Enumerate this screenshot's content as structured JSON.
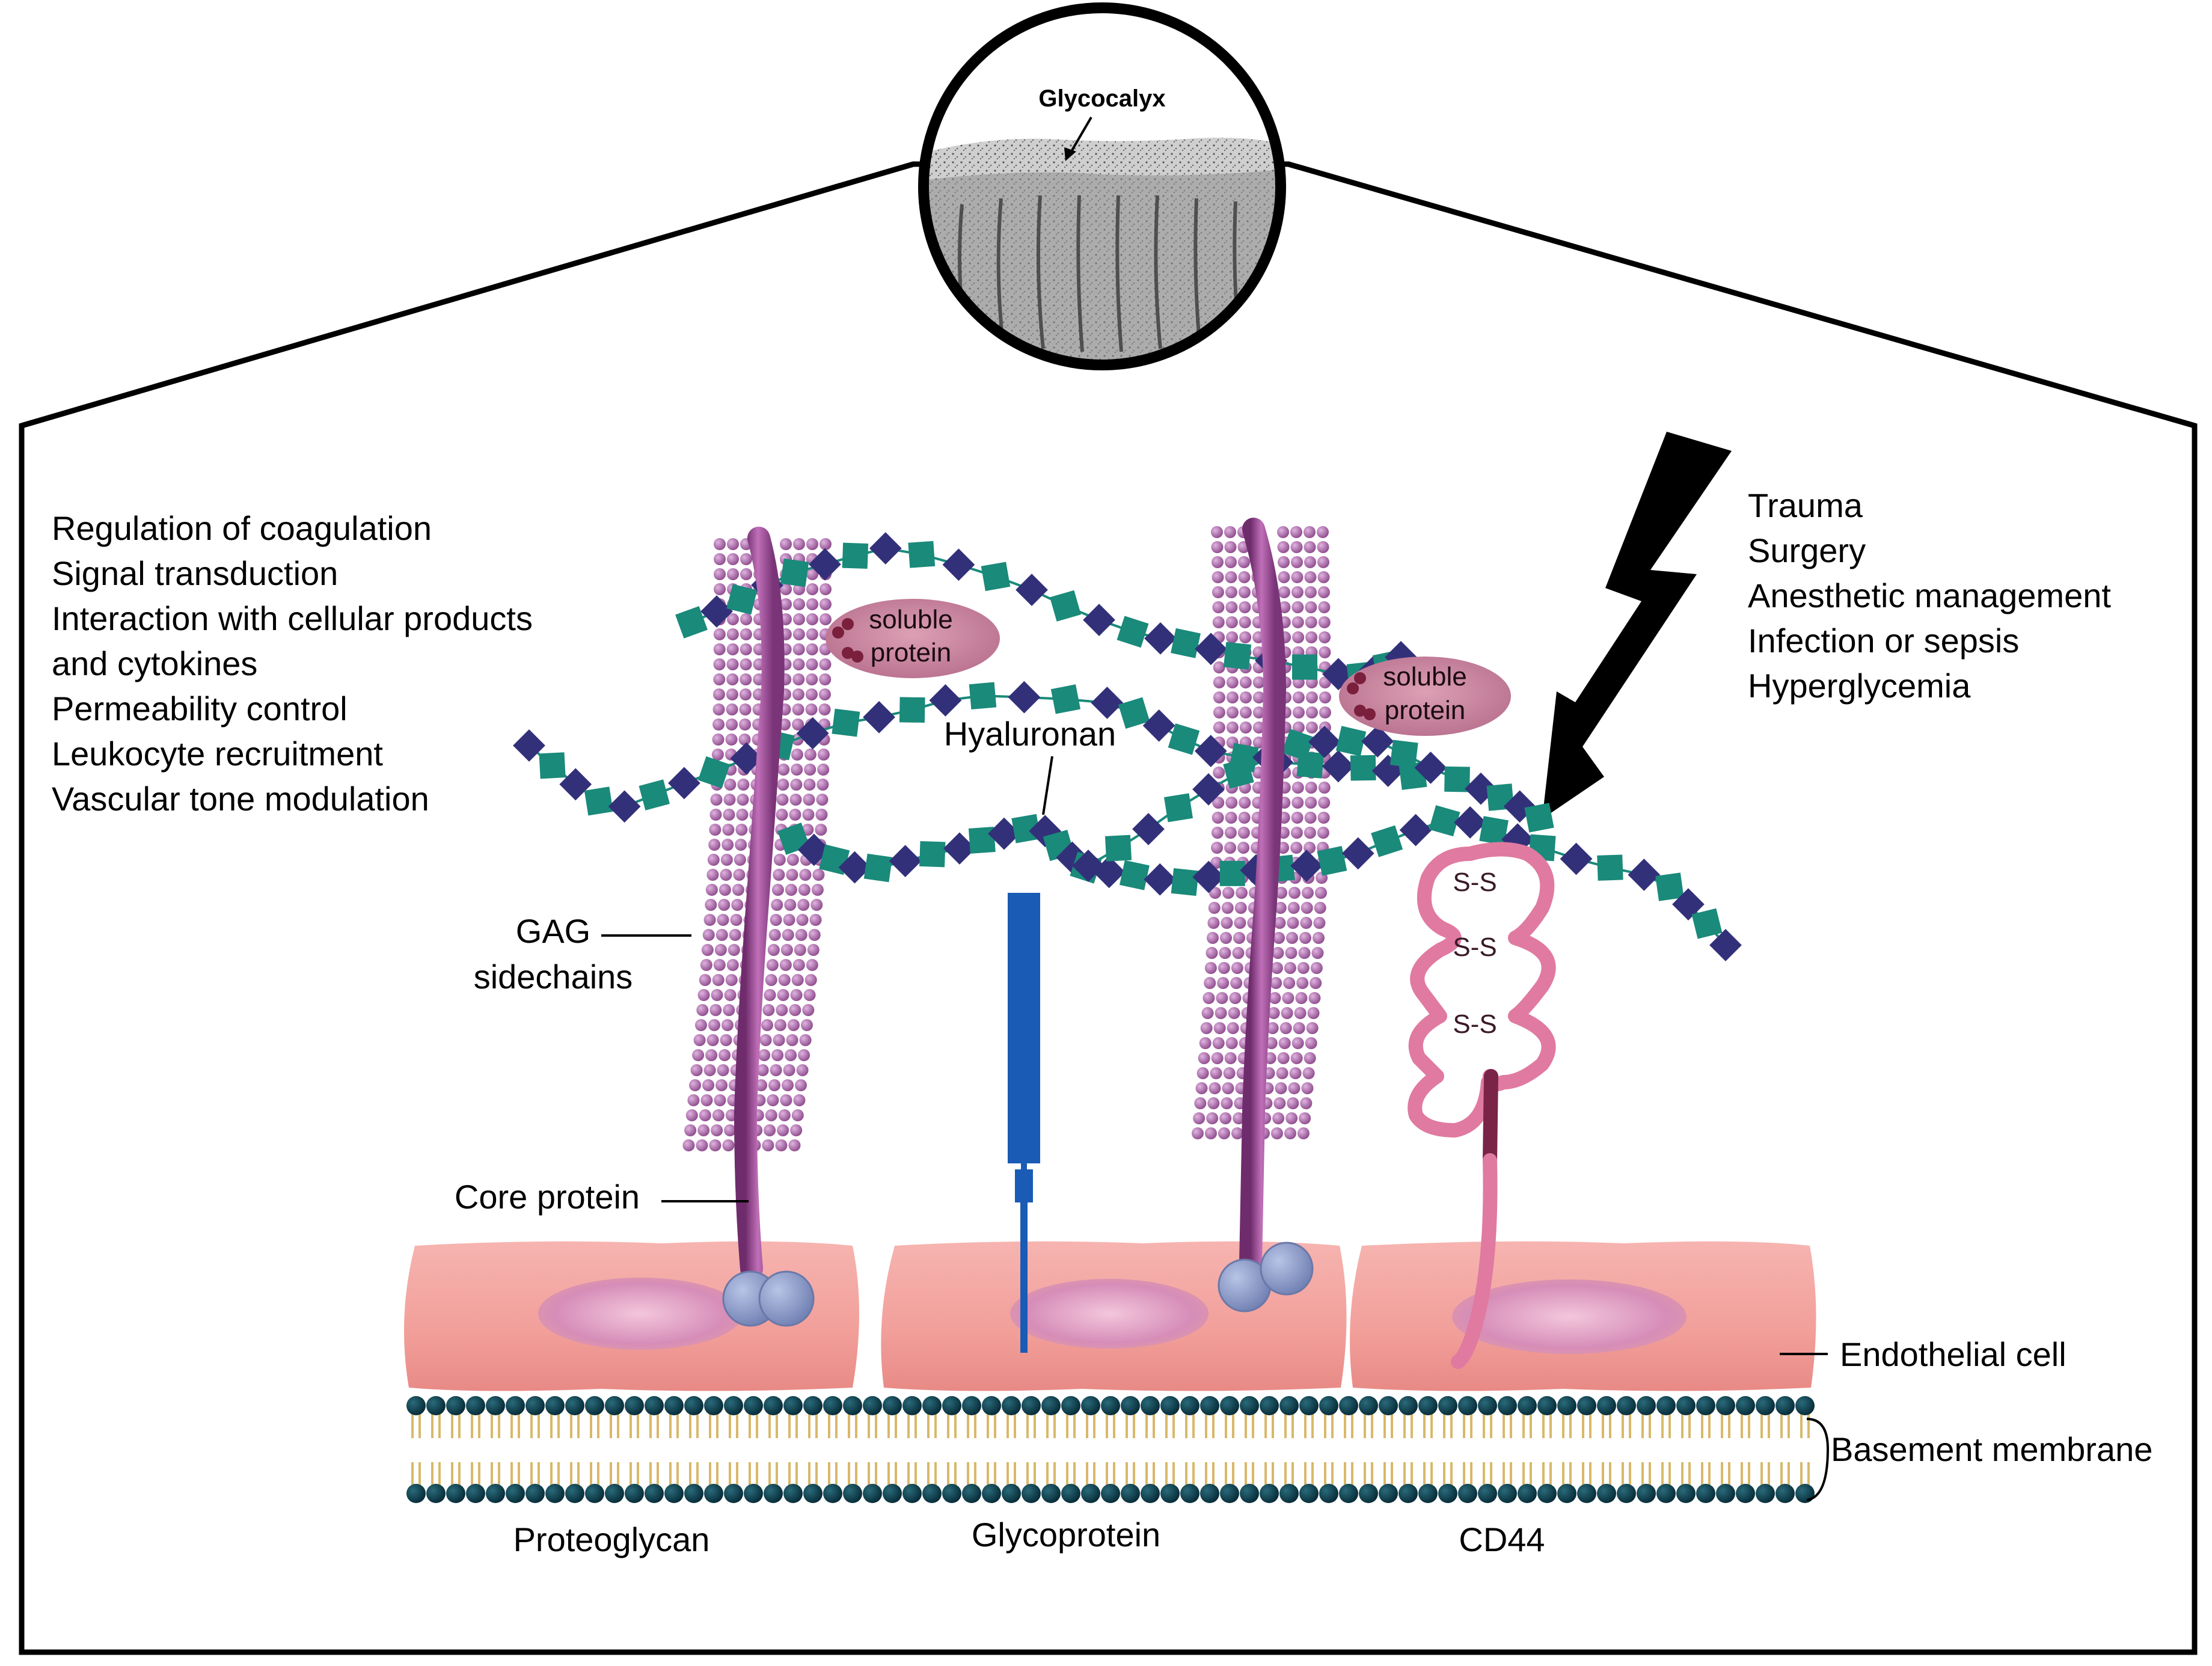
{
  "magnified_view": {
    "label": "Glycocalyx"
  },
  "functions": [
    "Regulation of coagulation",
    "Signal transduction",
    "Interaction with cellular products",
    "and cytokines",
    "Permeability control",
    "Leukocyte recruitment",
    "Vascular tone modulation"
  ],
  "damaging_factors": [
    "Trauma",
    "Surgery",
    "Anesthetic management",
    "Infection or sepsis",
    "Hyperglycemia"
  ],
  "labels": {
    "hyaluronan": "Hyaluronan",
    "gag_line1": "GAG",
    "gag_line2": "sidechains",
    "core_protein": "Core protein",
    "endothelial_cell": "Endothelial cell",
    "basement_membrane": "Basement membrane",
    "soluble_protein_line1": "soluble",
    "soluble_protein_line2": "protein",
    "disulfide": "S-S"
  },
  "components": [
    "Proteoglycan",
    "Glycoprotein",
    "CD44"
  ],
  "colors": {
    "cell_fill": "#f4a8a8",
    "nucleus": "#d88fb8",
    "gag_beads": "#a0609e",
    "core_protein": "#8e3f8a",
    "hyaluronan_square": "#1a8a7a",
    "hyaluronan_diamond": "#33307a",
    "glycoprotein": "#1a5bb5",
    "cd44": "#e07aa0",
    "anchor": "#8e9dc8",
    "membrane_heads": "#0e3a4a",
    "membrane_tails": "#d9b86a"
  }
}
